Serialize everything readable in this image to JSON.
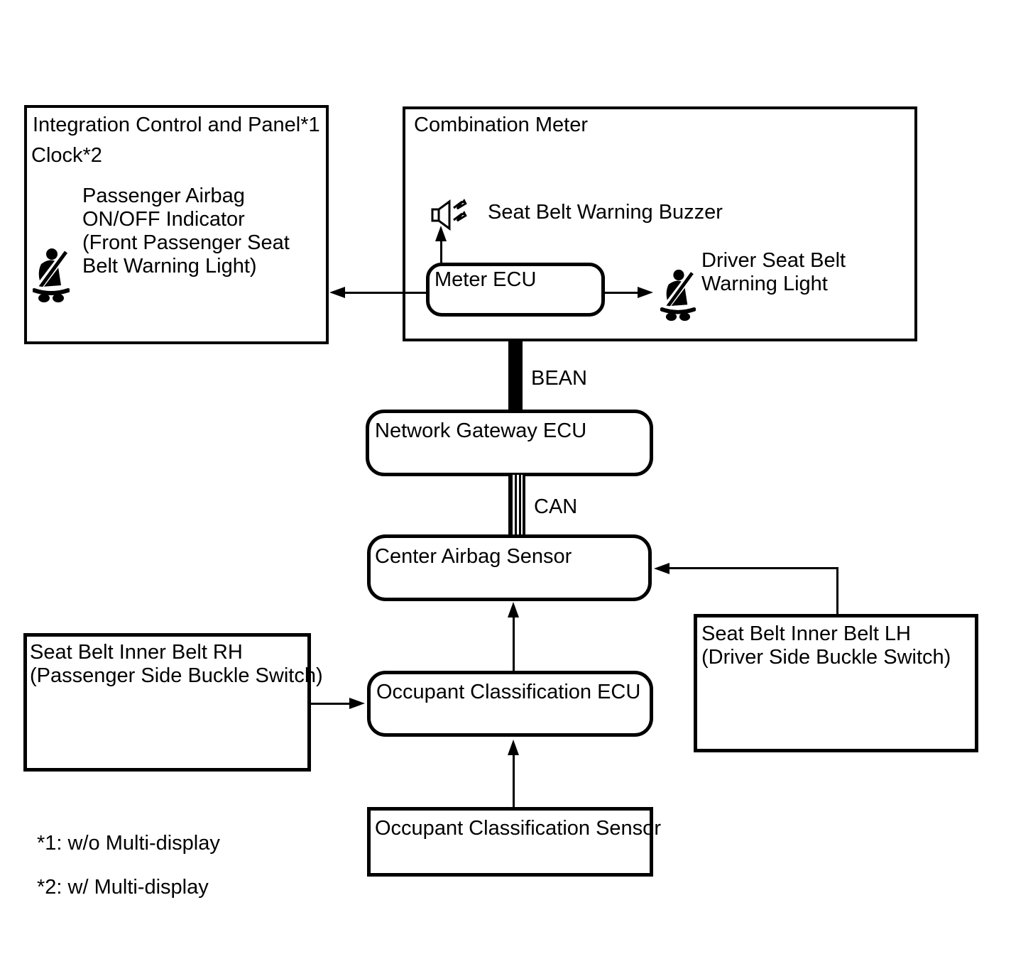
{
  "diagram": {
    "colors": {
      "line": "#000000",
      "background": "#ffffff"
    },
    "icons": {
      "passenger_belt": "seat-belt-person-icon",
      "driver_belt": "seat-belt-person-icon",
      "buzzer": "speaker-buzzer-icon"
    },
    "nodes": {
      "integration_panel": {
        "title_line1": "Integration Control and Panel*1",
        "title_line2": "Clock*2",
        "indicator_label": "Passenger Airbag\nON/OFF Indicator\n(Front Passenger Seat\nBelt Warning Light)"
      },
      "combination_meter": {
        "title": "Combination Meter",
        "buzzer_label": "Seat Belt Warning Buzzer",
        "meter_ecu_label": "Meter ECU",
        "driver_light_label": "Driver Seat Belt\nWarning Light"
      },
      "network_gateway_ecu": {
        "label": "Network Gateway ECU"
      },
      "center_airbag_sensor": {
        "label": "Center Airbag Sensor"
      },
      "occupant_classification_ecu": {
        "label": "Occupant Classification ECU"
      },
      "occupant_classification_sensor": {
        "label": "Occupant Classification Sensor"
      },
      "seat_belt_inner_rh": {
        "label": "Seat Belt Inner Belt RH\n(Passenger Side Buckle Switch)"
      },
      "seat_belt_inner_lh": {
        "label": "Seat Belt Inner Belt LH\n(Driver Side Buckle Switch)"
      }
    },
    "buses": {
      "bean": "BEAN",
      "can": "CAN"
    },
    "footnotes": [
      "*1: w/o Multi-display",
      "*2: w/ Multi-display"
    ]
  }
}
